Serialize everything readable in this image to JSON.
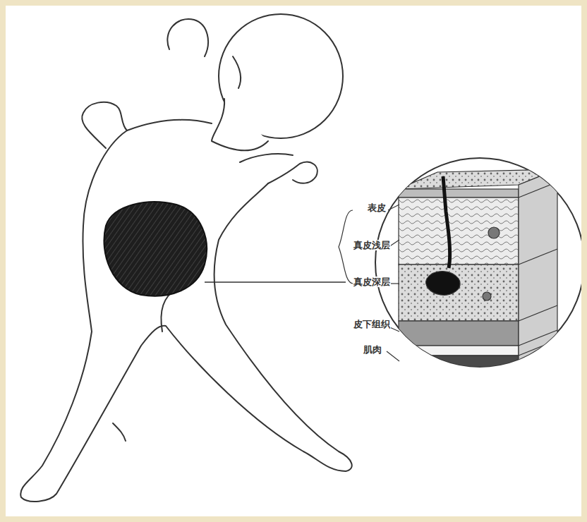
{
  "diagram": {
    "labels": [
      "表皮",
      "真皮浅层",
      "真皮深层",
      "皮下组织",
      "肌肉"
    ]
  }
}
